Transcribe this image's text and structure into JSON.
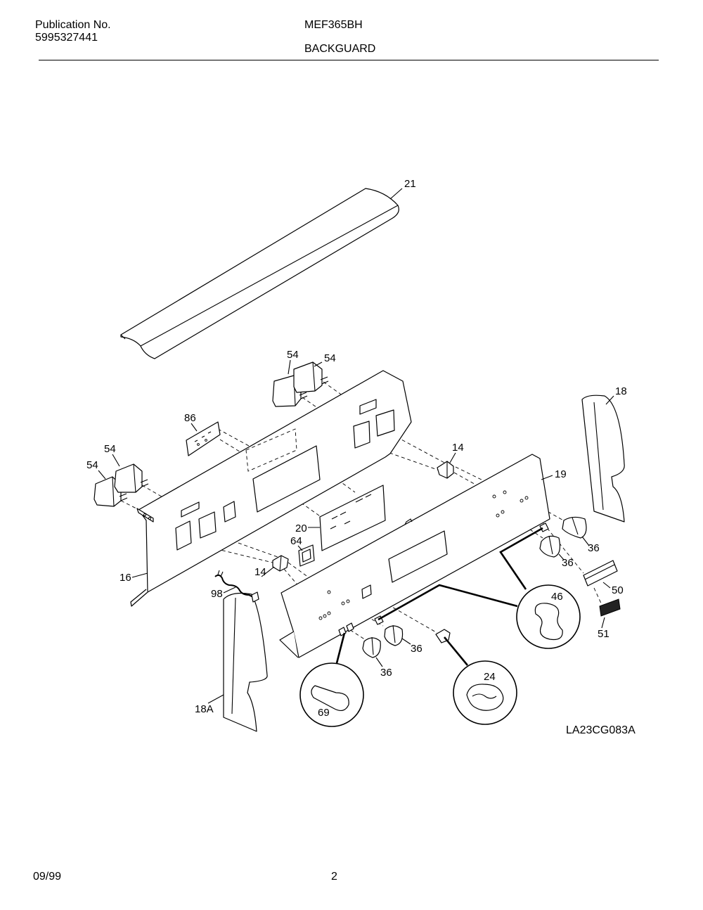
{
  "header": {
    "publication_label": "Publication No.",
    "publication_number": "5995327441",
    "model": "MEF365BH",
    "section": "BACKGUARD"
  },
  "diagram": {
    "drawing_id": "LA23CG083A",
    "callouts": [
      "21",
      "54",
      "54",
      "18",
      "86",
      "54",
      "54",
      "14",
      "19",
      "20",
      "64",
      "36",
      "36",
      "16",
      "14",
      "98",
      "50",
      "46",
      "36",
      "36",
      "51",
      "24",
      "18A",
      "69"
    ]
  },
  "footer": {
    "date": "09/99",
    "page": "2"
  }
}
